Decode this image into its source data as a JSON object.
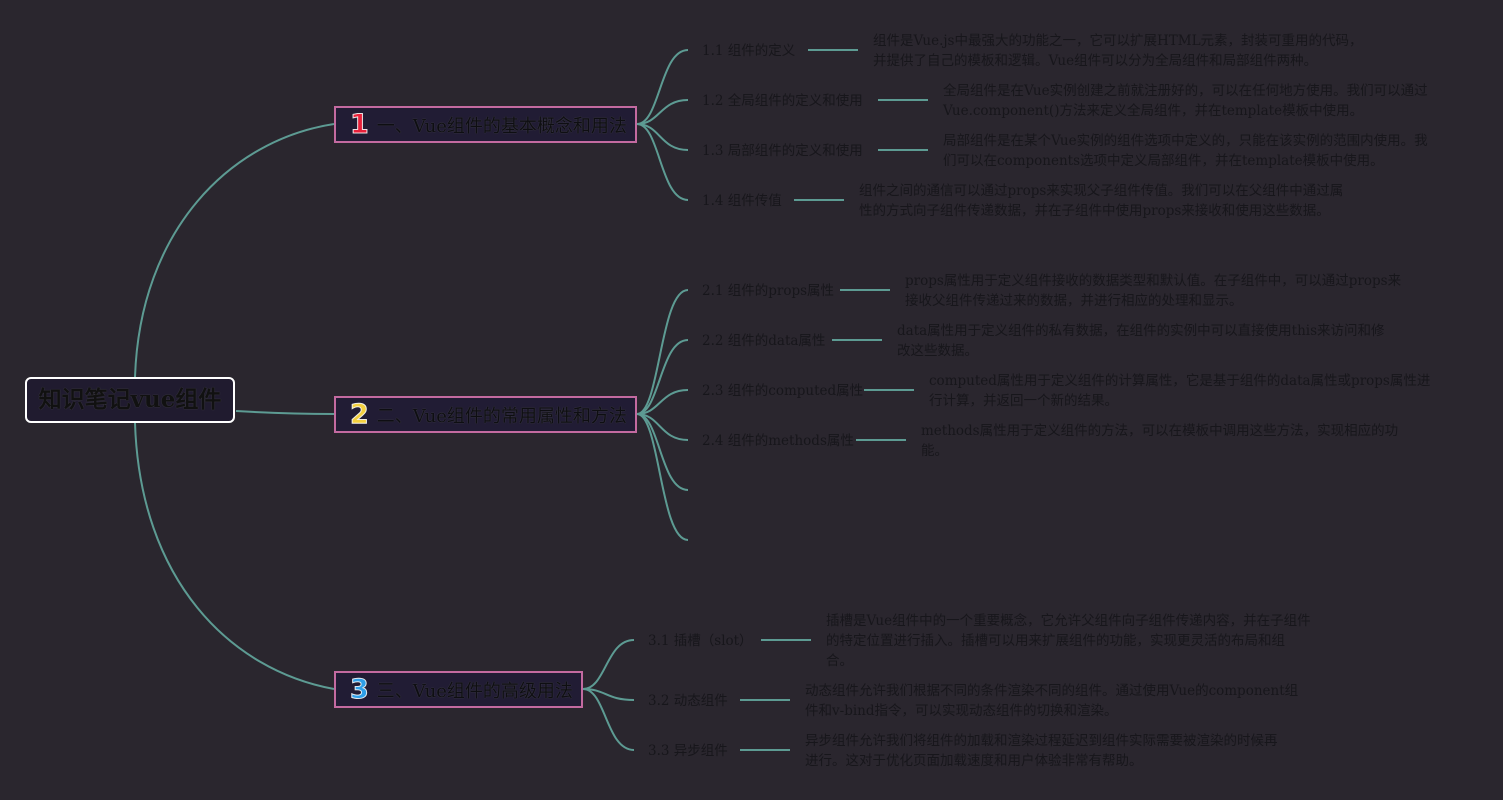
{
  "colors": {
    "background": "#2a262e",
    "connector": "#5d9b93",
    "branch_border": "#c36aa0",
    "branch_fill": "#211c34",
    "root_border": "#ffffff",
    "num1": "#e8203a",
    "num2": "#f4d03f",
    "num3": "#2e9fe8"
  },
  "root": {
    "title": "知识笔记vue组件"
  },
  "branches": [
    {
      "num": "1",
      "label": "一、Vue组件的基本概念和用法",
      "topics": [
        {
          "label": "1.1 组件的定义",
          "desc": [
            "组件是Vue.js中最强大的功能之一，它可以扩展HTML元素，封装可重用的代码，",
            "并提供了自己的模板和逻辑。Vue组件可以分为全局组件和局部组件两种。"
          ]
        },
        {
          "label": "1.2 全局组件的定义和使用",
          "desc": [
            "全局组件是在Vue实例创建之前就注册好的，可以在任何地方使用。我们可以通过",
            "Vue.component()方法来定义全局组件，并在template模板中使用。"
          ]
        },
        {
          "label": "1.3 局部组件的定义和使用",
          "desc": [
            "局部组件是在某个Vue实例的组件选项中定义的，只能在该实例的范围内使用。我",
            "们可以在components选项中定义局部组件，并在template模板中使用。"
          ]
        },
        {
          "label": "1.4 组件传值",
          "desc": [
            "组件之间的通信可以通过props来实现父子组件传值。我们可以在父组件中通过属",
            "性的方式向子组件传递数据，并在子组件中使用props来接收和使用这些数据。"
          ]
        }
      ]
    },
    {
      "num": "2",
      "label": "二、Vue组件的常用属性和方法",
      "topics": [
        {
          "label": "2.1 组件的props属性",
          "desc": [
            "props属性用于定义组件接收的数据类型和默认值。在子组件中，可以通过props来",
            "接收父组件传递过来的数据，并进行相应的处理和显示。"
          ]
        },
        {
          "label": "2.2 组件的data属性",
          "desc": [
            "data属性用于定义组件的私有数据，在组件的实例中可以直接使用this来访问和修",
            "改这些数据。"
          ]
        },
        {
          "label": "2.3 组件的computed属性",
          "desc": [
            "computed属性用于定义组件的计算属性，它是基于组件的data属性或props属性进",
            "行计算，并返回一个新的结果。"
          ]
        },
        {
          "label": "2.4 组件的methods属性",
          "desc": [
            "methods属性用于定义组件的方法，可以在模板中调用这些方法，实现相应的功",
            "能。"
          ]
        }
      ]
    },
    {
      "num": "3",
      "label": "三、Vue组件的高级用法",
      "topics": [
        {
          "label": "3.1 插槽（slot）",
          "desc": [
            "插槽是Vue组件中的一个重要概念，它允许父组件向子组件传递内容，并在子组件",
            "的特定位置进行插入。插槽可以用来扩展组件的功能，实现更灵活的布局和组",
            "合。"
          ]
        },
        {
          "label": "3.2 动态组件",
          "desc": [
            "动态组件允许我们根据不同的条件渲染不同的组件。通过使用Vue的component组",
            "件和v-bind指令，可以实现动态组件的切换和渲染。"
          ]
        },
        {
          "label": "3.3 异步组件",
          "desc": [
            "异步组件允许我们将组件的加载和渲染过程延迟到组件实际需要被渲染的时候再",
            "进行。这对于优化页面加载速度和用户体验非常有帮助。"
          ]
        }
      ]
    }
  ]
}
